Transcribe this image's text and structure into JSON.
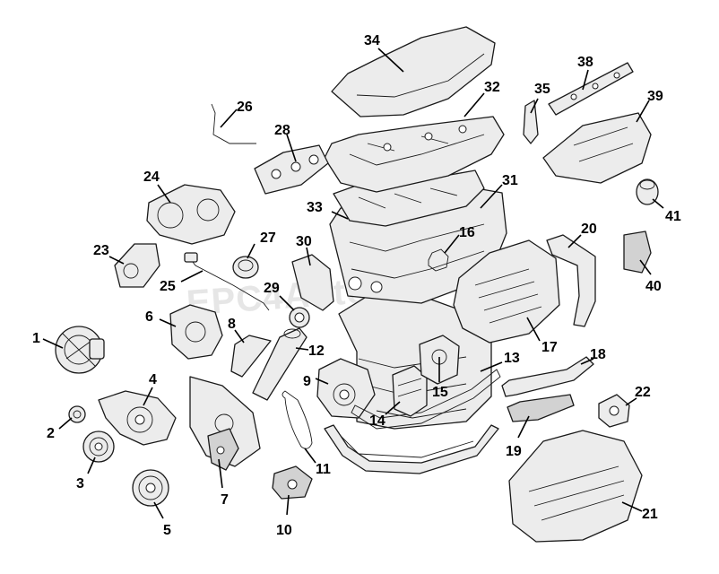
{
  "watermark": "EPC4Auto.ru",
  "callouts": [
    "1",
    "2",
    "3",
    "4",
    "5",
    "6",
    "7",
    "8",
    "9",
    "10",
    "11",
    "12",
    "13",
    "14",
    "15",
    "16",
    "17",
    "18",
    "19",
    "20",
    "21",
    "22",
    "23",
    "24",
    "25",
    "26",
    "27",
    "28",
    "29",
    "30",
    "31",
    "32",
    "33",
    "34",
    "35",
    "38",
    "39",
    "40",
    "41"
  ]
}
